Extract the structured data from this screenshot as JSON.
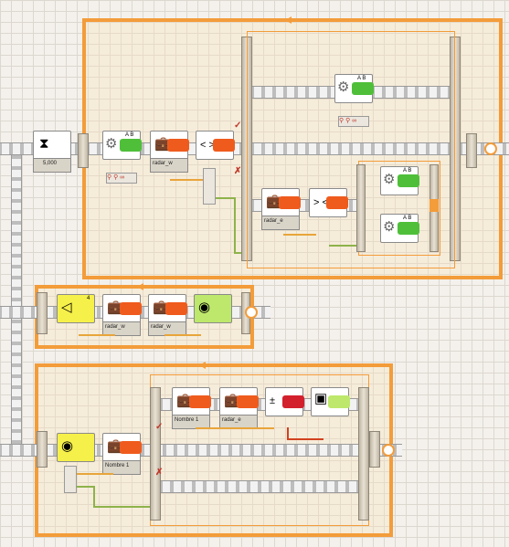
{
  "accent_color": "#f39c3a",
  "program": {
    "wait_block": {
      "value": "5,000"
    },
    "main_loop": {
      "motor_block": {
        "ports": "A B"
      },
      "variable_block": {
        "label": "radar_w"
      },
      "compare_block": {
        "op": "< >"
      },
      "switch_true": {
        "motor_block": {
          "ports": "A B"
        }
      },
      "switch_false": {
        "variable_block": {
          "label": "radar_e"
        },
        "compare_block": {
          "op": "> <"
        },
        "nested_true": {
          "motor_block": {
            "ports": "A B"
          }
        },
        "nested_false": {
          "motor_block": {
            "ports": "A B"
          }
        }
      }
    },
    "second_loop": {
      "sensor_block": {
        "port": "4"
      },
      "variable_block_1": {
        "label": "radar_w"
      },
      "variable_block_2": {
        "label": "radar_w"
      }
    },
    "third_loop": {
      "variable_block": {
        "label": "Nombre 1"
      },
      "switch_true": {
        "variable_block_1": {
          "label": "Nombre 1"
        },
        "variable_block_2": {
          "label": "radar_e"
        }
      }
    }
  }
}
